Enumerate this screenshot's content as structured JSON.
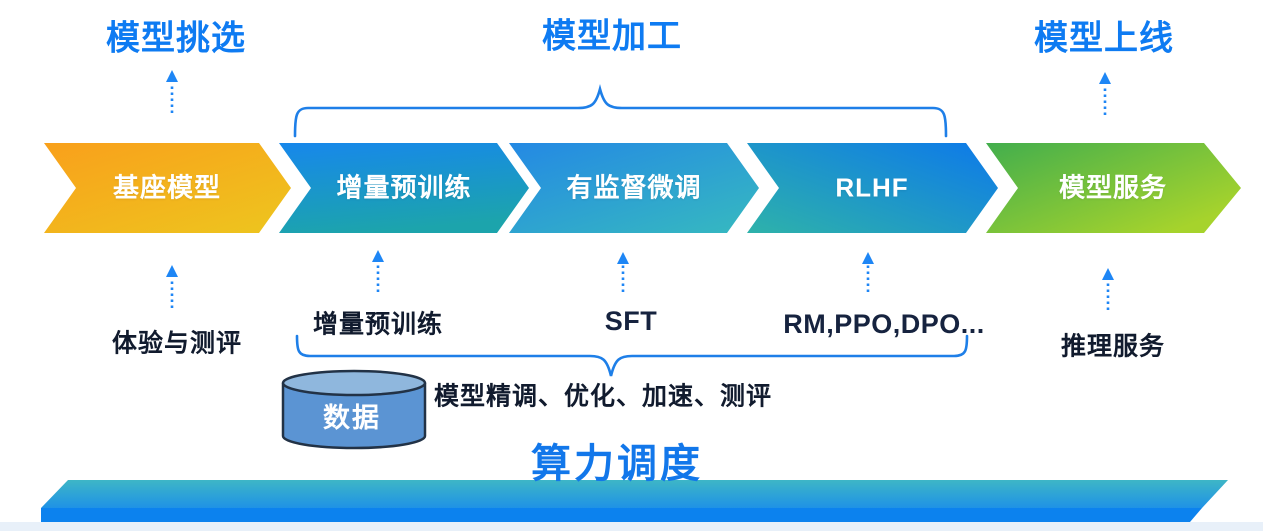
{
  "stage_titles": {
    "selection": "模型挑选",
    "processing": "模型加工",
    "launch": "模型上线"
  },
  "pipeline": {
    "steps": [
      {
        "label": "基座模型",
        "color_from": "#F9A01B",
        "color_to": "#EEC31E"
      },
      {
        "label": "增量预训练",
        "color_from": "#1788EA",
        "color_to": "#1CA4AC"
      },
      {
        "label": "有监督微调",
        "color_from": "#2489E4",
        "color_to": "#35B6C2"
      },
      {
        "label": "RLHF",
        "color_from": "#0D79EA",
        "color_to": "#2EB2AA"
      },
      {
        "label": "模型服务",
        "color_from": "#42AE4D",
        "color_to": "#A6D32C"
      }
    ]
  },
  "annotations": {
    "base_model": "体验与测评",
    "pretrain": "增量预训练",
    "sft": "SFT",
    "rlhf": "RM,PPO,DPO...",
    "serving": "推理服务",
    "processing_note": "模型精调、优化、加速、测评"
  },
  "data_store": {
    "label": "数据",
    "body_color": "#5B94D3",
    "top_color": "#8FB7DD"
  },
  "platform": {
    "label": "算力调度",
    "top_color_from": "#3EB6C6",
    "top_color_to": "#1F92E6",
    "front_color": "#0C82EE"
  },
  "accent": {
    "line_blue": "#1E7FE8",
    "title_blue": "#0E7BF2"
  }
}
